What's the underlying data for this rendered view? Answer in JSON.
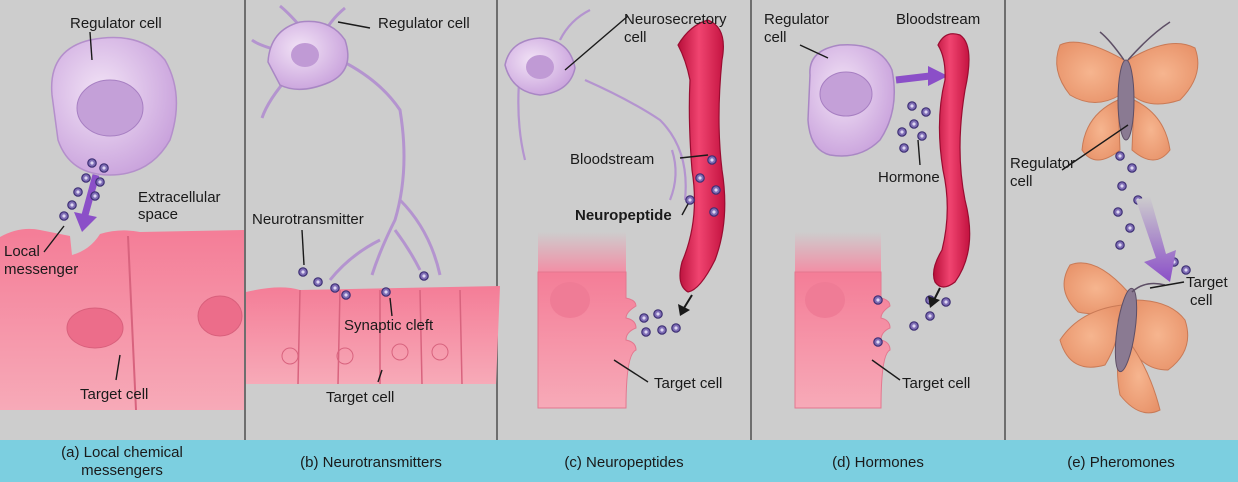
{
  "panels": [
    {
      "caption_line1": "(a) Local chemical",
      "caption_line2": "messengers",
      "labels": {
        "regulator": "Regulator cell",
        "extracellular_1": "Extracellular",
        "extracellular_2": "space",
        "local_1": "Local",
        "local_2": "messenger",
        "target": "Target cell"
      }
    },
    {
      "caption": "(b) Neurotransmitters",
      "labels": {
        "regulator": "Regulator cell",
        "neurotransmitter": "Neurotransmitter",
        "synaptic": "Synaptic cleft",
        "target": "Target cell"
      }
    },
    {
      "caption": "(c) Neuropeptides",
      "labels": {
        "neurosecretory_1": "Neurosecretory",
        "neurosecretory_2": "cell",
        "bloodstream": "Bloodstream",
        "neuropeptide": "Neuropeptide",
        "target": "Target cell"
      }
    },
    {
      "caption": "(d) Hormones",
      "labels": {
        "regulator_1": "Regulator",
        "regulator_2": "cell",
        "bloodstream": "Bloodstream",
        "hormone": "Hormone",
        "target": "Target cell"
      }
    },
    {
      "caption": "(e) Pheromones",
      "labels": {
        "regulator_1": "Regulator",
        "regulator_2": "cell",
        "target_1": "Target",
        "target_2": "cell"
      }
    }
  ],
  "colors": {
    "panel_bg": "#cdcdcd",
    "caption_bar": "#7ccfe0",
    "cell_pink": "#f2839a",
    "cell_violet": "#d7b6e4",
    "blood": "#dc1848",
    "arrow_purple": "#8b4fc8",
    "butterfly": "#efa67c"
  }
}
